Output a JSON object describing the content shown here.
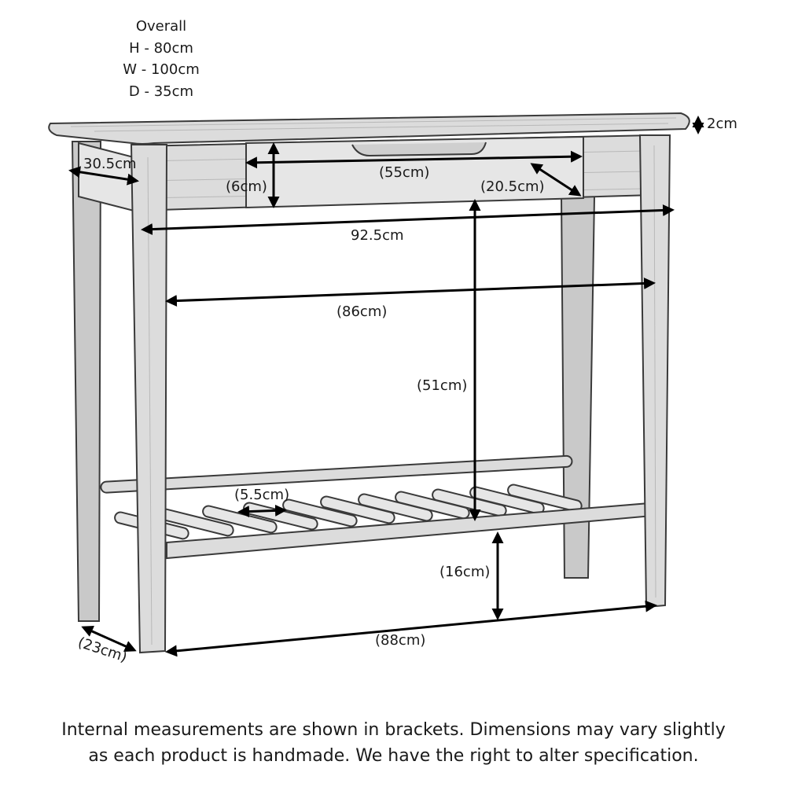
{
  "overall": {
    "heading": "Overall",
    "lines": [
      "H - 80cm",
      "W - 100cm",
      "D - 35cm"
    ]
  },
  "dimensions": {
    "top_thickness": "2cm",
    "top_depth": "30.5cm",
    "drawer_height": "(6cm)",
    "drawer_width": "(55cm)",
    "drawer_depth": "(20.5cm)",
    "frame_width": "92.5cm",
    "inner_width": "(86cm)",
    "upper_clearance": "(51cm)",
    "slat_width": "(5.5cm)",
    "shelf_height": "(16cm)",
    "base_width": "(88cm)",
    "base_depth": "(23cm)"
  },
  "footer": {
    "line1": "Internal measurements are shown in brackets. Dimensions may vary slightly",
    "line2": "as each product is handmade. We have the right to alter specification."
  }
}
